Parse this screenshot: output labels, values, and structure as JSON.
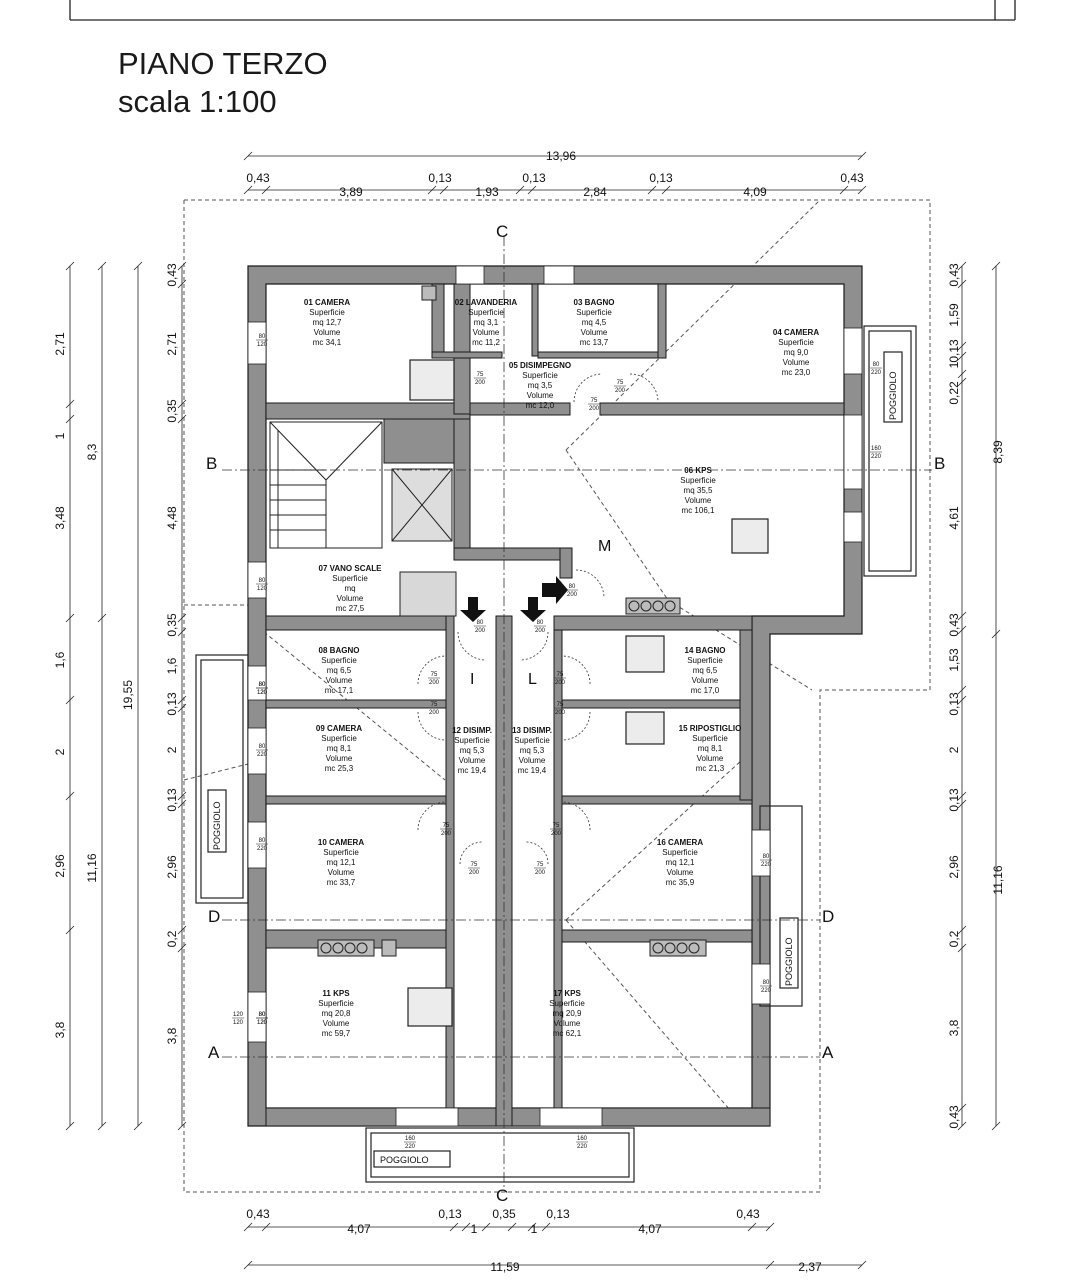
{
  "title": "PIANO TERZO",
  "scale": "scala 1:100",
  "colors": {
    "wall": "#8f8f8f",
    "line": "#1a1a1a",
    "dash": "#555555"
  },
  "dims_top": {
    "overall": "13,96",
    "segments": [
      "0,43",
      "3,89",
      "0,13",
      "1,93",
      "0,13",
      "2,84",
      "0,13",
      "4,09",
      "0,43"
    ]
  },
  "dims_bottom": {
    "segments": [
      "0,43",
      "4,07",
      "0,13",
      "1",
      "0,35",
      "1",
      "0,13",
      "4,07",
      "0,43"
    ],
    "overall": [
      "11,59",
      "2,37"
    ]
  },
  "dims_left": {
    "inner": [
      "0,43",
      "2,71",
      "0,35",
      "4,48",
      "0,35",
      "1,6",
      "0,13",
      "2",
      "0,13",
      "2,96",
      "0,2",
      "3,8"
    ],
    "mid": [
      "2,71",
      "1",
      "3,48",
      "1,6",
      "2",
      "2,96",
      "3,8"
    ],
    "group": [
      "8,3",
      "11,16"
    ],
    "total": "19,55"
  },
  "dims_right": {
    "inner": [
      "0,43",
      "1,59",
      "0,13",
      "1",
      "0,22",
      "4,61",
      "0,43",
      "1,53",
      "0,13",
      "2",
      "0,13",
      "2,96",
      "0,2",
      "3,8",
      "0,43"
    ],
    "total": [
      "8,39",
      "11,16"
    ]
  },
  "section_marks": [
    "B",
    "B",
    "D",
    "D",
    "A",
    "A",
    "C",
    "C"
  ],
  "rooms": [
    {
      "name": "01 CAMERA",
      "area": "mq 12,7",
      "volume": "mc 34,1"
    },
    {
      "name": "02 LAVANDERIA",
      "area": "mq 3,1",
      "volume": "mc 11,2"
    },
    {
      "name": "03 BAGNO",
      "area": "mq 4,5",
      "volume": "mc 13,7"
    },
    {
      "name": "04 CAMERA",
      "area": "mq 9,0",
      "volume": "mc 23,0"
    },
    {
      "name": "05 DISIMPEGNO",
      "area": "mq 3,5",
      "volume": "mc 12,0"
    },
    {
      "name": "06 KPS",
      "area": "mq 35,5",
      "volume": "mc 106,1"
    },
    {
      "name": "07 VANO SCALE",
      "area": "mq",
      "volume": "mc 27,5"
    },
    {
      "name": "08 BAGNO",
      "area": "mq 6,5",
      "volume": "mc 17,1"
    },
    {
      "name": "09 CAMERA",
      "area": "mq 8,1",
      "volume": "mc 25,3"
    },
    {
      "name": "10 CAMERA",
      "area": "mq 12,1",
      "volume": "mc 33,7"
    },
    {
      "name": "11 KPS",
      "area": "mq 20,8",
      "volume": "mc 59,7"
    },
    {
      "name": "12 DISIMP.",
      "area": "mq 5,3",
      "volume": "mc 19,4"
    },
    {
      "name": "13 DISIMP.",
      "area": "mq 5,3",
      "volume": "mc 19,4"
    },
    {
      "name": "14 BAGNO",
      "area": "mq 6,5",
      "volume": "mc 17,0"
    },
    {
      "name": "15 RIPOSTIGLIO",
      "area": "mq 8,1",
      "volume": "mc 21,3"
    },
    {
      "name": "16 CAMERA",
      "area": "mq 12,1",
      "volume": "mc 35,9"
    },
    {
      "name": "17 KPS",
      "area": "mq 20,9",
      "volume": "mc 62,1"
    }
  ],
  "room_labels": {
    "surface": "Superficie",
    "volume": "Volume"
  },
  "balconies": [
    "POGGIOLO",
    "POGGIOLO",
    "POGGIOLO",
    "POGGIOLO"
  ],
  "unit_letters": [
    "M",
    "I",
    "L"
  ],
  "openings": [
    "80/120",
    "80/120",
    "80/120",
    "80/120",
    "80/120",
    "80/120",
    "80/220",
    "80/220",
    "80/220",
    "80/220",
    "80/220",
    "160/220",
    "120/120",
    "160/220",
    "160/220",
    "75/200",
    "75/200",
    "75/200",
    "75/200",
    "75/200",
    "75/200",
    "75/200",
    "75/200",
    "75/200",
    "75/200",
    "75/200",
    "80/200",
    "80/200",
    "80/200"
  ]
}
